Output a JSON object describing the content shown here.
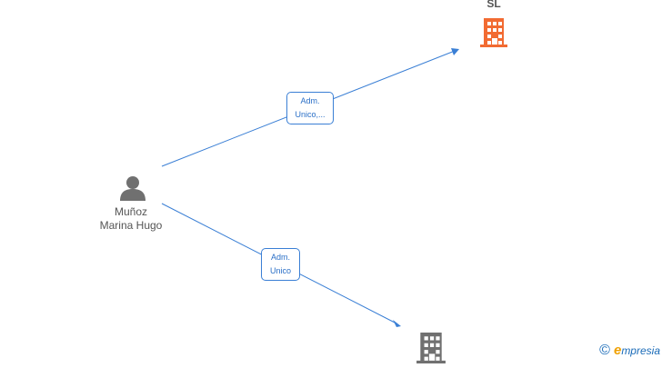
{
  "person": {
    "icon": "person-icon",
    "name_line1": "Muñoz",
    "name_line2": "Marina Hugo"
  },
  "companies": [
    {
      "icon": "building-icon",
      "name": "SL",
      "color": "#f26b32"
    },
    {
      "icon": "building-icon",
      "name": "",
      "color": "#707070"
    }
  ],
  "edges": [
    {
      "label_line1": "Adm.",
      "label_line2": "Unico,..."
    },
    {
      "label_line1": "Adm.",
      "label_line2": "Unico"
    }
  ],
  "colors": {
    "edge": "#3a7fd5",
    "company_active": "#f26b32",
    "company_inactive": "#707070"
  },
  "brand": {
    "symbol": "©",
    "name_initial": "e",
    "name_rest": "mpresia"
  }
}
